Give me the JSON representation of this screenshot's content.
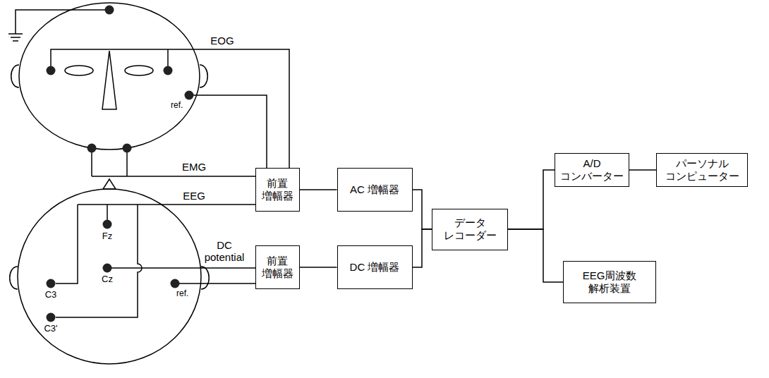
{
  "diagram": {
    "nodes": [
      {
        "text": [
          "前置 増幅器"
        ]
      },
      {
        "text": [
          "AC 増幅器"
        ]
      },
      {
        "text": [
          "前置 増幅器"
        ]
      },
      {
        "text": [
          "DC 増幅器"
        ]
      },
      {
        "text": [
          "データ レコーダー"
        ]
      },
      {
        "text": [
          "A/D コンバーター"
        ]
      },
      {
        "text": [
          "パーソナル コンピューター"
        ]
      },
      {
        "text": [
          "EEG周波数 解析装置"
        ]
      }
    ],
    "edges": [
      {
        "from": 0,
        "to": 1,
        "arrow": "none"
      },
      {
        "from": 2,
        "to": 3,
        "arrow": "none"
      },
      {
        "from": 1,
        "to": 4,
        "arrow": "none"
      },
      {
        "from": 3,
        "to": 4,
        "arrow": "none"
      },
      {
        "from": 4,
        "to": 5,
        "arrow": "none"
      },
      {
        "from": 5,
        "to": 6,
        "arrow": "none"
      },
      {
        "from": 4,
        "to": 7,
        "arrow": "none"
      }
    ],
    "labels": [
      "EOG",
      "ref.",
      "EMG",
      "EEG",
      "Fz",
      "C3",
      "Cz",
      "DC potential",
      "C3'",
      "ref."
    ]
  }
}
